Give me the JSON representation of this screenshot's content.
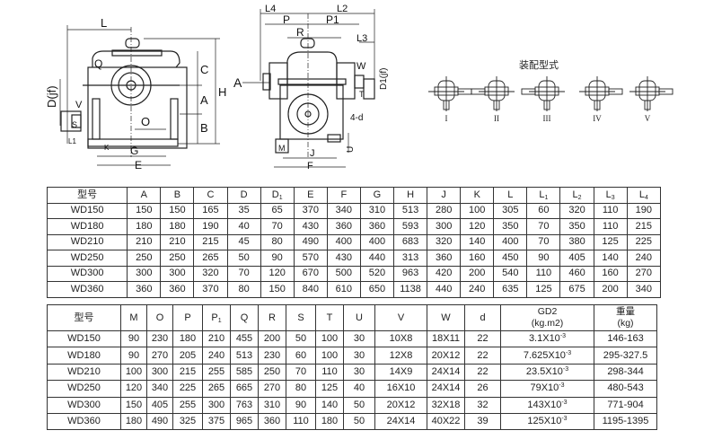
{
  "drawing_front": {
    "labels": {
      "L": "L",
      "Q": "Q",
      "C": "C",
      "H": "H",
      "A": "A",
      "B": "B",
      "D": "D(jf)",
      "V": "V",
      "S": "S",
      "O": "O",
      "G": "G",
      "E": "E",
      "K": "K",
      "L1": "L1"
    }
  },
  "drawing_side": {
    "labels": {
      "L4": "L4",
      "L2": "L2",
      "P": "P",
      "P1": "P1",
      "R": "R",
      "L3": "L3",
      "W": "W",
      "D1": "D1(jf)",
      "T": "T",
      "A": "A",
      "d": "4-d",
      "M": "M",
      "J": "J",
      "F": "F",
      "U": "U"
    }
  },
  "mounting": {
    "title": "装配型式",
    "types": [
      "I",
      "II",
      "III",
      "IV",
      "V"
    ]
  },
  "table1": {
    "headers": [
      "型号",
      "A",
      "B",
      "C",
      "D",
      "D1",
      "E",
      "F",
      "G",
      "H",
      "J",
      "K",
      "L",
      "L1",
      "L2",
      "L3",
      "L4"
    ],
    "rows": [
      [
        "WD150",
        "150",
        "150",
        "165",
        "35",
        "65",
        "370",
        "340",
        "310",
        "513",
        "280",
        "100",
        "305",
        "60",
        "320",
        "110",
        "190"
      ],
      [
        "WD180",
        "180",
        "180",
        "190",
        "40",
        "70",
        "430",
        "360",
        "360",
        "593",
        "300",
        "120",
        "350",
        "70",
        "350",
        "110",
        "215"
      ],
      [
        "WD210",
        "210",
        "210",
        "215",
        "45",
        "80",
        "490",
        "400",
        "400",
        "683",
        "320",
        "140",
        "400",
        "70",
        "380",
        "125",
        "225"
      ],
      [
        "WD250",
        "250",
        "250",
        "265",
        "50",
        "90",
        "570",
        "430",
        "440",
        "313",
        "360",
        "160",
        "450",
        "90",
        "405",
        "140",
        "240"
      ],
      [
        "WD300",
        "300",
        "300",
        "320",
        "70",
        "120",
        "670",
        "500",
        "520",
        "963",
        "420",
        "200",
        "540",
        "110",
        "460",
        "160",
        "270"
      ],
      [
        "WD360",
        "360",
        "360",
        "370",
        "80",
        "150",
        "840",
        "610",
        "650",
        "1138",
        "440",
        "240",
        "635",
        "125",
        "675",
        "200",
        "340"
      ]
    ]
  },
  "table2": {
    "headers": [
      "型号",
      "M",
      "O",
      "P",
      "P1",
      "Q",
      "R",
      "S",
      "T",
      "U",
      "V",
      "W",
      "d",
      "GD2",
      "重量"
    ],
    "units": {
      "GD2": "(kg.m2)",
      "weight": "(kg)"
    },
    "rows": [
      [
        "WD150",
        "90",
        "230",
        "180",
        "210",
        "455",
        "200",
        "50",
        "100",
        "30",
        "10X8",
        "18X11",
        "22",
        "3.1X10",
        "146-163"
      ],
      [
        "WD180",
        "90",
        "270",
        "205",
        "240",
        "513",
        "230",
        "60",
        "100",
        "30",
        "12X8",
        "20X12",
        "22",
        "7.625X10",
        "295-327.5"
      ],
      [
        "WD210",
        "100",
        "300",
        "215",
        "255",
        "585",
        "250",
        "70",
        "110",
        "30",
        "14X9",
        "24X14",
        "22",
        "23.5X10",
        "298-344"
      ],
      [
        "WD250",
        "120",
        "340",
        "225",
        "265",
        "665",
        "270",
        "80",
        "125",
        "40",
        "16X10",
        "24X14",
        "26",
        "79X10",
        "480-543"
      ],
      [
        "WD300",
        "150",
        "405",
        "255",
        "300",
        "763",
        "310",
        "90",
        "140",
        "50",
        "20X12",
        "32X18",
        "32",
        "143X10",
        "771-904"
      ],
      [
        "WD360",
        "180",
        "490",
        "325",
        "375",
        "965",
        "360",
        "110",
        "180",
        "50",
        "24X14",
        "40X22",
        "39",
        "125X10",
        "1195-1395"
      ]
    ],
    "gd2_exponent": "-3"
  }
}
